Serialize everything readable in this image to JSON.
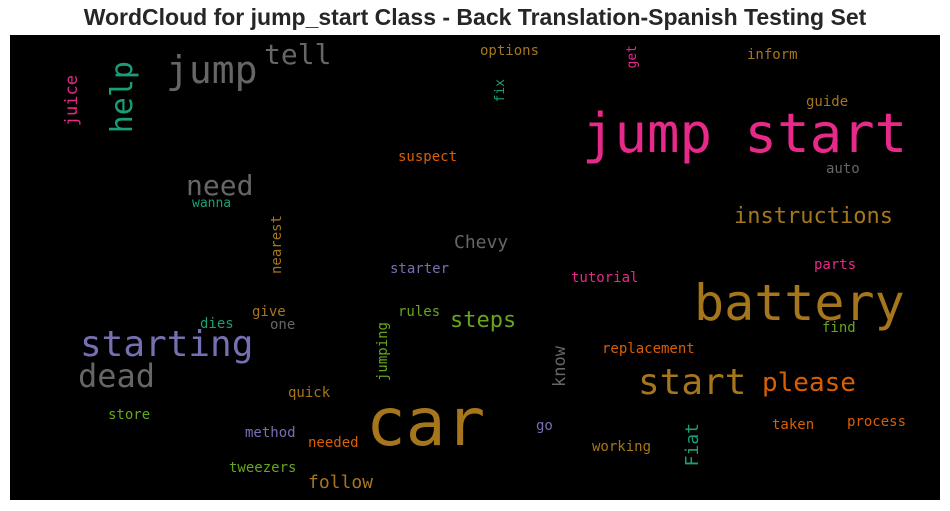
{
  "chart_data": {
    "type": "wordcloud",
    "title": "WordCloud for jump_start Class - Back Translation-Spanish Testing Set",
    "words": [
      {
        "text": "jump start",
        "color": "#e7298a"
      },
      {
        "text": "car",
        "color": "#a6761d"
      },
      {
        "text": "battery",
        "color": "#a6761d"
      },
      {
        "text": "starting",
        "color": "#7570b3"
      },
      {
        "text": "start",
        "color": "#a6761d"
      },
      {
        "text": "jump",
        "color": "#666666"
      },
      {
        "text": "dead",
        "color": "#666666"
      },
      {
        "text": "help",
        "color": "#1b9e77"
      },
      {
        "text": "need",
        "color": "#666666"
      },
      {
        "text": "tell",
        "color": "#666666"
      },
      {
        "text": "please",
        "color": "#d95f02"
      },
      {
        "text": "instructions",
        "color": "#a6761d"
      },
      {
        "text": "steps",
        "color": "#66a61e"
      },
      {
        "text": "Chevy",
        "color": "#666666"
      },
      {
        "text": "juice",
        "color": "#e7298a"
      },
      {
        "text": "follow",
        "color": "#a6761d"
      },
      {
        "text": "Fiat",
        "color": "#1b9e77"
      },
      {
        "text": "know",
        "color": "#666666"
      },
      {
        "text": "options",
        "color": "#a6761d"
      },
      {
        "text": "fix",
        "color": "#1b9e77"
      },
      {
        "text": "get",
        "color": "#e7298a"
      },
      {
        "text": "inform",
        "color": "#a6761d"
      },
      {
        "text": "guide",
        "color": "#a6761d"
      },
      {
        "text": "suspect",
        "color": "#d95f02"
      },
      {
        "text": "auto",
        "color": "#666666"
      },
      {
        "text": "wanna",
        "color": "#1b9e77"
      },
      {
        "text": "nearest",
        "color": "#a6761d"
      },
      {
        "text": "starter",
        "color": "#7570b3"
      },
      {
        "text": "tutorial",
        "color": "#e7298a"
      },
      {
        "text": "parts",
        "color": "#e7298a"
      },
      {
        "text": "give",
        "color": "#a6761d"
      },
      {
        "text": "dies",
        "color": "#1b9e77"
      },
      {
        "text": "one",
        "color": "#666666"
      },
      {
        "text": "rules",
        "color": "#66a61e"
      },
      {
        "text": "jumping",
        "color": "#66a61e"
      },
      {
        "text": "find",
        "color": "#66a61e"
      },
      {
        "text": "replacement",
        "color": "#d95f02"
      },
      {
        "text": "quick",
        "color": "#a6761d"
      },
      {
        "text": "store",
        "color": "#66a61e"
      },
      {
        "text": "method",
        "color": "#7570b3"
      },
      {
        "text": "needed",
        "color": "#d95f02"
      },
      {
        "text": "go",
        "color": "#7570b3"
      },
      {
        "text": "working",
        "color": "#a6761d"
      },
      {
        "text": "taken",
        "color": "#d95f02"
      },
      {
        "text": "process",
        "color": "#d95f02"
      },
      {
        "text": "tweezers",
        "color": "#66a61e"
      }
    ]
  }
}
